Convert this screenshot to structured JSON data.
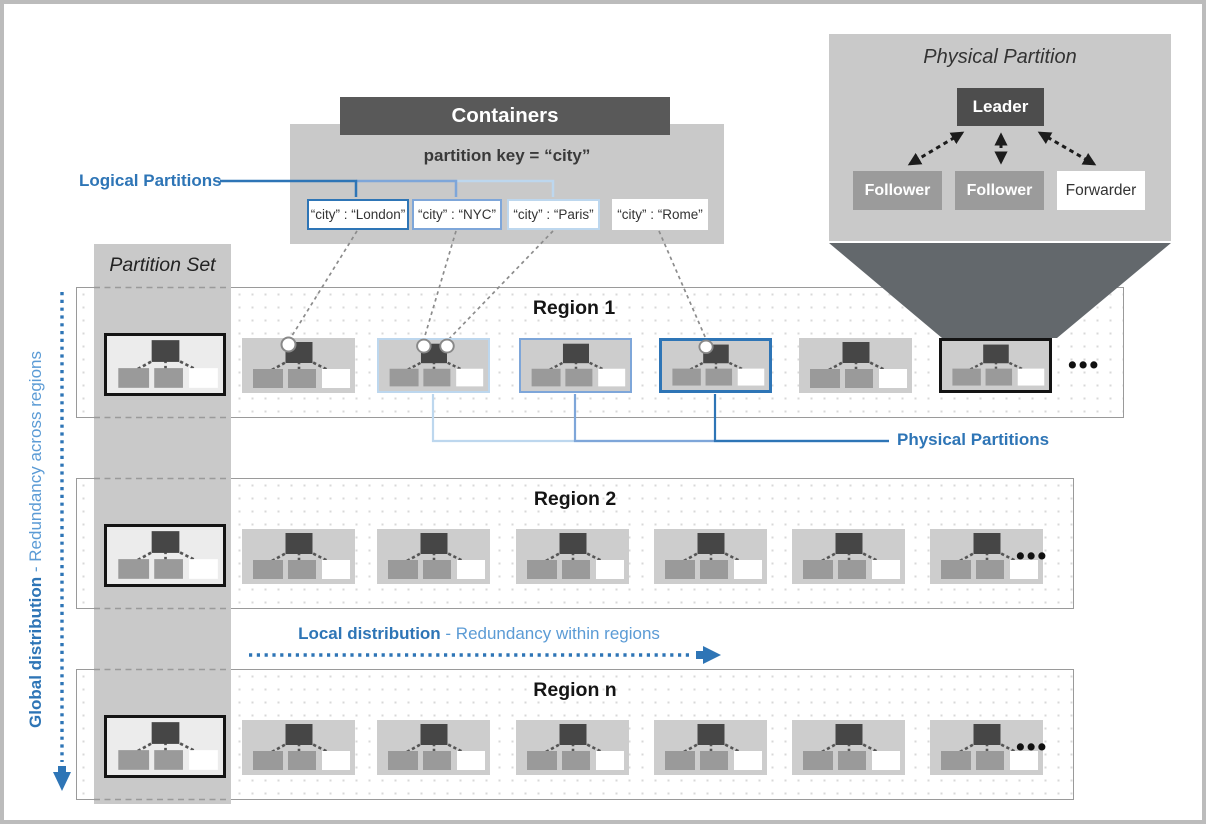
{
  "colors": {
    "accent_blue": "#2E75B6",
    "medium_blue": "#7EA6D9",
    "light_blue": "#BDD7EE",
    "soft_blue_text": "#5B9BD5",
    "header_gray": "#595959",
    "panel_gray": "#c9c9c9",
    "icon_gray": "#cdcdcd",
    "funnel_gray": "#63686c",
    "frame_gray": "#bcbcbc"
  },
  "containers": {
    "title": "Containers",
    "partition_key": "partition key = “city”",
    "items": [
      {
        "label": "“city” : “London”",
        "border": "#2E75B6"
      },
      {
        "label": "“city” : “NYC”",
        "border": "#7EA6D9"
      },
      {
        "label": "“city” : “Paris”",
        "border": "#BDD7EE"
      },
      {
        "label": "“city” : “Rome”",
        "border": "none"
      }
    ]
  },
  "physical_partition": {
    "title": "Physical Partition",
    "leader_label": "Leader",
    "follower_labels": [
      "Follower",
      "Follower"
    ],
    "forwarder_label": "Forwarder"
  },
  "partition_set_label": "Partition Set",
  "annotations": {
    "logical_partitions": "Logical Partitions",
    "physical_partitions": "Physical Partitions",
    "local_distribution_bold": "Local distribution",
    "local_distribution_rest": " - Redundancy within regions",
    "global_distribution_bold": "Global distribution",
    "global_distribution_rest": " - Redundancy across regions",
    "ellipsis": "•••"
  },
  "regions": [
    {
      "name": "Region 1",
      "icons": [
        {
          "variant": "set",
          "circles": []
        },
        {
          "variant": "plain",
          "circles": [
            "left"
          ]
        },
        {
          "variant": "light-blue",
          "circles": [
            "left",
            "right"
          ]
        },
        {
          "variant": "medium-blue",
          "circles": []
        },
        {
          "variant": "dark-blue",
          "circles": [
            "left"
          ]
        },
        {
          "variant": "plain",
          "circles": []
        },
        {
          "variant": "black",
          "circles": []
        }
      ]
    },
    {
      "name": "Region 2",
      "icons": [
        {
          "variant": "set",
          "circles": []
        },
        {
          "variant": "plain",
          "circles": []
        },
        {
          "variant": "plain",
          "circles": []
        },
        {
          "variant": "plain",
          "circles": []
        },
        {
          "variant": "plain",
          "circles": []
        },
        {
          "variant": "plain",
          "circles": []
        },
        {
          "variant": "plain",
          "circles": []
        }
      ]
    },
    {
      "name": "Region n",
      "icons": [
        {
          "variant": "set",
          "circles": []
        },
        {
          "variant": "plain",
          "circles": []
        },
        {
          "variant": "plain",
          "circles": []
        },
        {
          "variant": "plain",
          "circles": []
        },
        {
          "variant": "plain",
          "circles": []
        },
        {
          "variant": "plain",
          "circles": []
        },
        {
          "variant": "plain",
          "circles": []
        }
      ]
    }
  ]
}
